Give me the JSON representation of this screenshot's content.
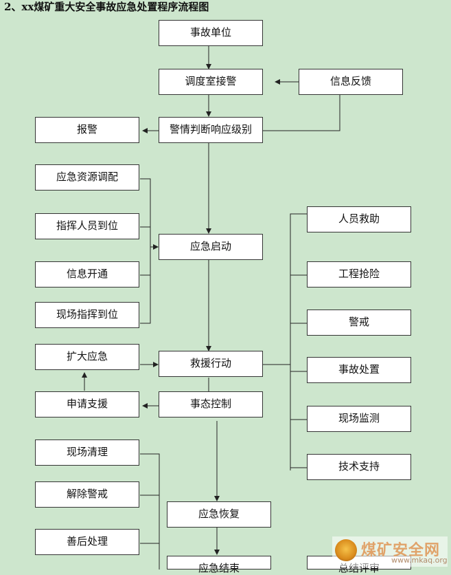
{
  "title": "2、xx煤矿重大安全事故应急处置程序流程图",
  "nodes": {
    "accident_unit": "事故单位",
    "dispatch_alarm": "调度室接警",
    "info_feedback": "信息反馈",
    "report_alarm": "报警",
    "judge_level": "警情判断响应级别",
    "resource_allocation": "应急资源调配",
    "commanders_arrive": "指挥人员到位",
    "info_open": "信息开通",
    "onsite_command": "现场指挥到位",
    "emergency_start": "应急启动",
    "personnel_rescue": "人员救助",
    "engineering_rescue": "工程抢险",
    "alert": "警戒",
    "expand_emergency": "扩大应急",
    "rescue_action": "救援行动",
    "accident_handling": "事故处置",
    "request_support": "申请支援",
    "situation_control": "事态控制",
    "site_monitoring": "现场监测",
    "tech_support": "技术支持",
    "site_cleanup": "现场清理",
    "lift_alert": "解除警戒",
    "aftermath": "善后处理",
    "recovery": "应急恢复",
    "emergency_end": "应急结束",
    "summary_review": "总结评审"
  },
  "watermark": {
    "title": "煤矿安全网",
    "url": "www.mkaq.org"
  }
}
